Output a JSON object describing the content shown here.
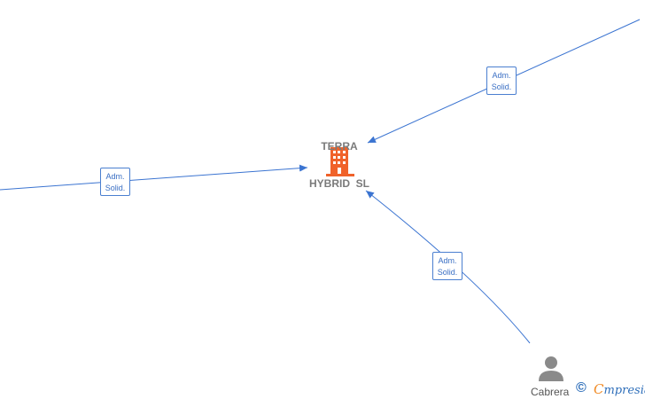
{
  "company": {
    "name_line1": "TERRA",
    "name_line2": "HYBRID  SL",
    "icon": "building-icon",
    "color": "#f0622a"
  },
  "person": {
    "name": "Cabrera",
    "icon": "person-icon"
  },
  "edges": [
    {
      "id": "edge-top-right",
      "line1": "Adm.",
      "line2": "Solid."
    },
    {
      "id": "edge-left",
      "line1": "Adm.",
      "line2": "Solid."
    },
    {
      "id": "edge-bottom",
      "line1": "Adm.",
      "line2": "Solid."
    }
  ],
  "watermark": {
    "symbol": "©",
    "brand_first": "C",
    "brand_rest": "mpresia"
  },
  "colors": {
    "edge": "#3b74d1",
    "person": "#8a8a8a",
    "brand": "#2f6fba",
    "brand_accent": "#f08a24"
  }
}
